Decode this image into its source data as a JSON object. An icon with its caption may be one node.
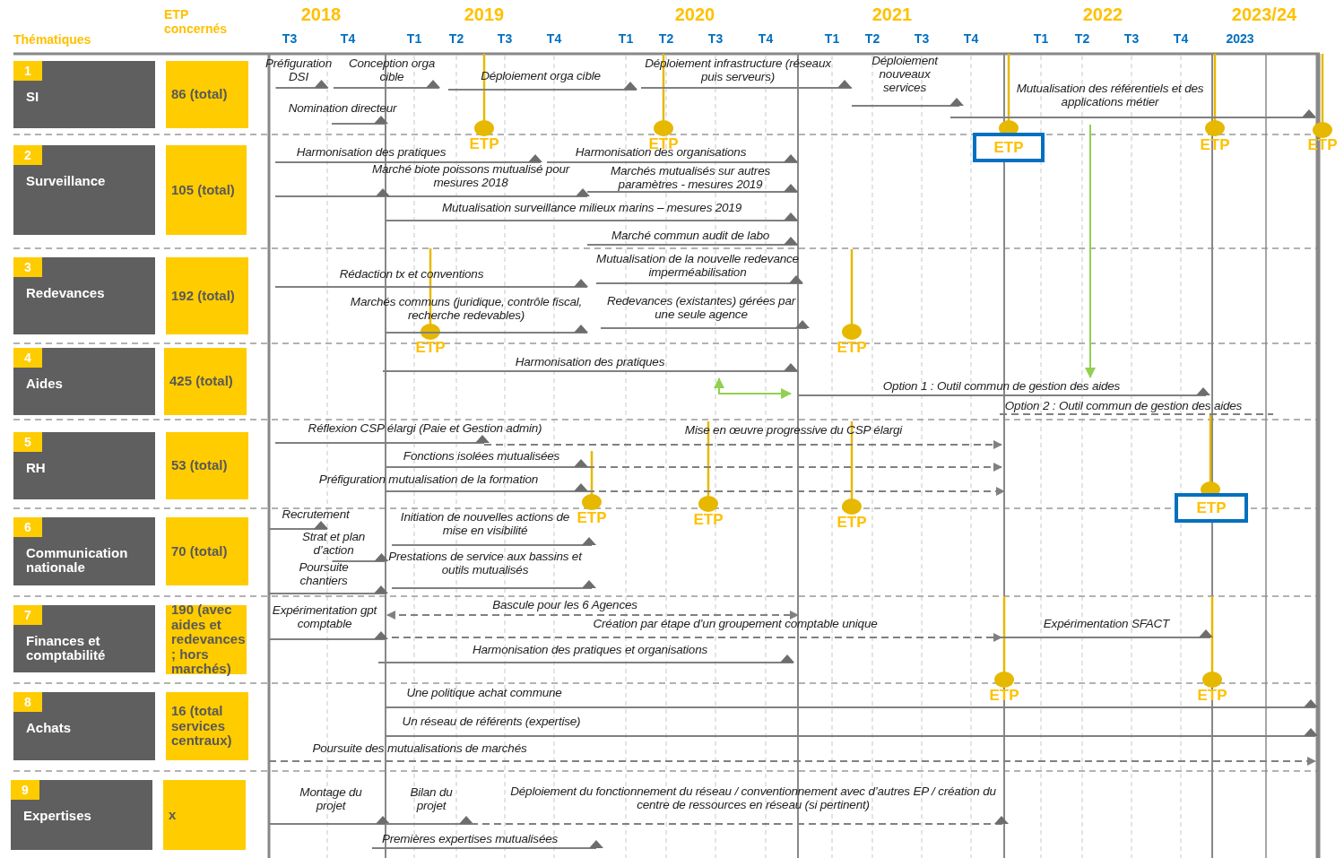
{
  "diagram": {
    "nodes": [
      {
        "text": [
          "1",
          "SI"
        ]
      },
      {
        "text": [
          "86 (total)"
        ]
      },
      {
        "text": [
          "Préfiguration DSI"
        ]
      },
      {
        "text": [
          "Conception orga cible"
        ]
      },
      {
        "text": [
          "Déploiement orga cible"
        ]
      },
      {
        "text": [
          "Nomination directeur"
        ]
      },
      {
        "text": [
          "Déploiement infrastructure (réseaux puis serveurs)"
        ]
      },
      {
        "text": [
          "Déploiement nouveaux services"
        ]
      },
      {
        "text": [
          "Mutualisation des référentiels et des applications métier"
        ]
      },
      {
        "text": [
          "ETP"
        ]
      },
      {
        "text": [
          "2",
          "Surveillance"
        ]
      },
      {
        "text": [
          "105 (total)"
        ]
      },
      {
        "text": [
          "Harmonisation des pratiques"
        ]
      },
      {
        "text": [
          "Harmonisation des organisations"
        ]
      },
      {
        "text": [
          "Marché biote poissons mutualisé pour mesures 2018"
        ]
      },
      {
        "text": [
          "Marchés mutualisés sur autres paramètres - mesures 2019"
        ]
      },
      {
        "text": [
          "Mutualisation surveillance milieux marins – mesures 2019"
        ]
      },
      {
        "text": [
          "Marché commun audit de labo"
        ]
      },
      {
        "text": [
          "3",
          "Redevances"
        ]
      },
      {
        "text": [
          "192 (total)"
        ]
      },
      {
        "text": [
          "Rédaction tx et conventions"
        ]
      },
      {
        "text": [
          "Marchés communs (juridique, contrôle fiscal, recherche redevables)"
        ]
      },
      {
        "text": [
          "Mutualisation de la nouvelle redevance imperméabilisation"
        ]
      },
      {
        "text": [
          "Redevances (existantes) gérées par une seule agence"
        ]
      },
      {
        "text": [
          "4",
          "Aides"
        ]
      },
      {
        "text": [
          "425 (total)"
        ]
      },
      {
        "text": [
          "Harmonisation des pratiques"
        ]
      },
      {
        "text": [
          "Option 1 : Outil commun de gestion des aides"
        ]
      },
      {
        "text": [
          "Option 2 : Outil commun de gestion des aides"
        ]
      },
      {
        "text": [
          "5",
          "RH"
        ]
      },
      {
        "text": [
          "53 (total)"
        ]
      },
      {
        "text": [
          "Réflexion CSP élargi (Paie et Gestion admin)"
        ]
      },
      {
        "text": [
          "Mise en œuvre progressive du CSP élargi"
        ]
      },
      {
        "text": [
          "Fonctions isolées mutualisées"
        ]
      },
      {
        "text": [
          "Préfiguration mutualisation de la formation"
        ]
      },
      {
        "text": [
          "ETP"
        ]
      },
      {
        "text": [
          "6",
          "Communication nationale"
        ]
      },
      {
        "text": [
          "70 (total)"
        ]
      },
      {
        "text": [
          "Recrutement"
        ]
      },
      {
        "text": [
          "Strat et plan d’action"
        ]
      },
      {
        "text": [
          "Poursuite chantiers"
        ]
      },
      {
        "text": [
          "Initiation de nouvelles actions de mise en visibilité"
        ]
      },
      {
        "text": [
          "Prestations de service aux bassins et outils mutualisés"
        ]
      },
      {
        "text": [
          "7",
          "Finances et comptabilité"
        ]
      },
      {
        "text": [
          "190 (avec aides et redevances ; hors marchés)"
        ]
      },
      {
        "text": [
          "Expérimentation gpt comptable"
        ]
      },
      {
        "text": [
          "Bascule pour les 6 Agences"
        ]
      },
      {
        "text": [
          "Création par étape d’un groupement comptable unique"
        ]
      },
      {
        "text": [
          "Expérimentation SFACT"
        ]
      },
      {
        "text": [
          "Harmonisation des pratiques et organisations"
        ]
      },
      {
        "text": [
          "8",
          "Achats"
        ]
      },
      {
        "text": [
          "16 (total services centraux)"
        ]
      },
      {
        "text": [
          "Une politique achat commune"
        ]
      },
      {
        "text": [
          "Un réseau de référents (expertise)"
        ]
      },
      {
        "text": [
          "Poursuite des mutualisations de marchés"
        ]
      },
      {
        "text": [
          "9",
          "Expertises"
        ]
      },
      {
        "text": [
          "x"
        ]
      },
      {
        "text": [
          "Montage du projet"
        ]
      },
      {
        "text": [
          "Bilan du projet"
        ]
      },
      {
        "text": [
          "Déploiement du fonctionnement du réseau / conventionnement avec d’autres EP / création du centre de ressources en réseau (si pertinent)"
        ]
      },
      {
        "text": [
          "Premières expertises mutualisées"
        ]
      }
    ],
    "edges": [
      {
        "from": 8,
        "to": 27,
        "arrow": "to"
      },
      {
        "from": 26,
        "to": 27,
        "arrow": "both"
      }
    ],
    "labels": [
      "Thématiques",
      "ETP concernés",
      "2018",
      "2019",
      "2020",
      "2021",
      "2022",
      "2023/24",
      "T3",
      "T4",
      "T1",
      "T2",
      "T3",
      "T4",
      "T1",
      "T2",
      "T3",
      "T4",
      "T1",
      "T2",
      "T3",
      "T4",
      "T1",
      "T2",
      "T3",
      "T4",
      "2023",
      "ETP",
      "ETP",
      "ETP",
      "ETP",
      "ETP",
      "ETP",
      "ETP",
      "ETP",
      "ETP",
      "ETP",
      "ETP"
    ]
  }
}
